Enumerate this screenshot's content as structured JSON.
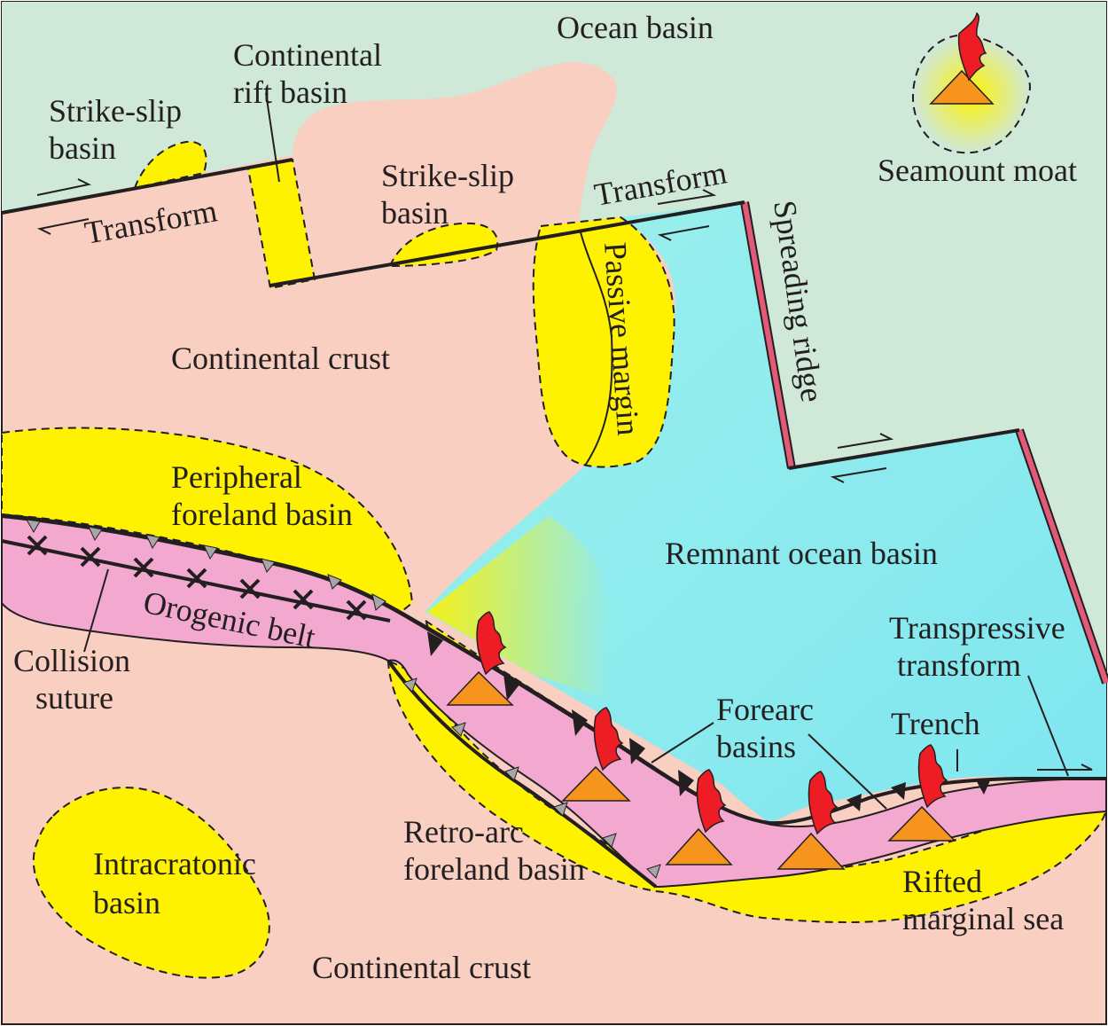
{
  "labels": {
    "ocean_basin": "Ocean basin",
    "continental_rift_1": "Continental",
    "continental_rift_2": "rift basin",
    "strike_slip_1a": "Strike-slip",
    "strike_slip_1b": "basin",
    "strike_slip_2a": "Strike-slip",
    "strike_slip_2b": "basin",
    "transform_left": "Transform",
    "transform_right": "Transform",
    "seamount_moat": "Seamount moat",
    "spreading_ridge": "Spreading ridge",
    "passive_margin": "Passive margin",
    "continental_crust_top": "Continental crust",
    "peripheral_1": "Peripheral",
    "peripheral_2": "foreland basin",
    "remnant_ocean": "Remnant ocean basin",
    "orogenic_belt": "Orogenic belt",
    "collision_1": "Collision",
    "collision_2": "suture",
    "transpressive_1": "Transpressive",
    "transpressive_2": "transform",
    "forearc_1": "Forearc",
    "forearc_2": "basins",
    "trench": "Trench",
    "retroarc_1": "Retro-arc",
    "retroarc_2": "foreland basin",
    "intracratonic_1": "Intracratonic",
    "intracratonic_2": "basin",
    "rifted_1": "Rifted",
    "rifted_2": "marginal sea",
    "continental_crust_bottom": "Continental crust"
  },
  "colors": {
    "ocean": "#cfe8d8",
    "continent": "#f8cfc0",
    "basin": "#fff200",
    "remnant_ocean": "#8ef0f2",
    "orogen": "#f3a8cf",
    "ridge": "#e25a78",
    "volcano_flag": "#ee1c25",
    "volcano_cone": "#f7941d"
  }
}
